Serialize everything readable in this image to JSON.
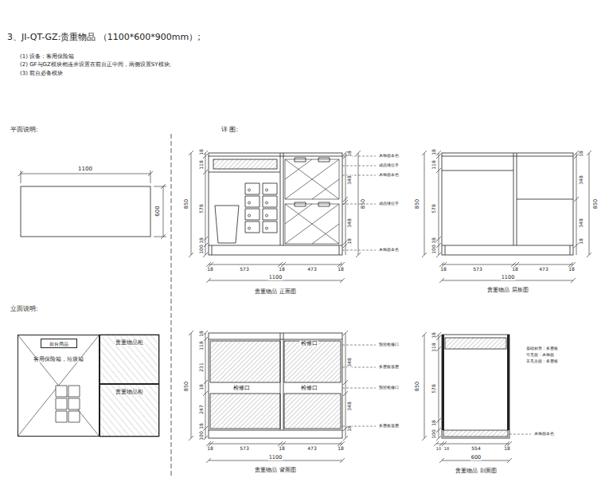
{
  "diagram": {
    "title": "3、JI-QT-GZ:贵重物品 （1100*600*900mm）;",
    "nodes": [
      {
        "text": [
          "客用保险箱，垃圾箱"
        ]
      },
      {
        "text": [
          "前台用品"
        ],
        "in": 0
      },
      {
        "text": [
          "贵重物品柜"
        ]
      },
      {
        "text": [
          "贵重物品柜"
        ]
      }
    ],
    "labels": [
      "(1) 设备：客用保险箱",
      "(2) GF与GZ模块相连并设置在前台正中间，两侧设置SY模块;",
      "(3) 前台必备模块",
      "平面说明:",
      "详 图:",
      "立面说明:",
      "1100",
      "600",
      "18",
      "118",
      "578",
      "18",
      "100",
      "850",
      "18",
      "348",
      "348",
      "18",
      "850",
      "木饰面本色",
      "成品缝位手",
      "木饰面本色",
      "成品缝位手",
      "木饰面本色",
      "18",
      "573",
      "18",
      "473",
      "18",
      "1100",
      "贵重物品 正面图",
      "18",
      "118",
      "578",
      "18",
      "100",
      "850",
      "18",
      "348",
      "348",
      "18",
      "850",
      "18",
      "573",
      "18",
      "473",
      "18",
      "1100",
      "贵重物品 层板图",
      "18",
      "118",
      "231",
      "18",
      "247",
      "18",
      "100",
      "850",
      "348",
      "348",
      "18",
      "预留检修口",
      "多层板基层",
      "预留检修口",
      "多层板基层",
      "检修口",
      "检修口",
      "检修口",
      "18",
      "573",
      "18",
      "473",
      "18",
      "1100",
      "贵重物品 背面图",
      "18",
      "118",
      "578",
      "18",
      "100",
      "850",
      "10",
      "18",
      "554",
      "18",
      "600",
      "贵重物品 剖面图",
      "基础材质：多层板",
      "可见面：木饰面",
      "非见光面：多层板",
      "木饰面本色"
    ]
  }
}
